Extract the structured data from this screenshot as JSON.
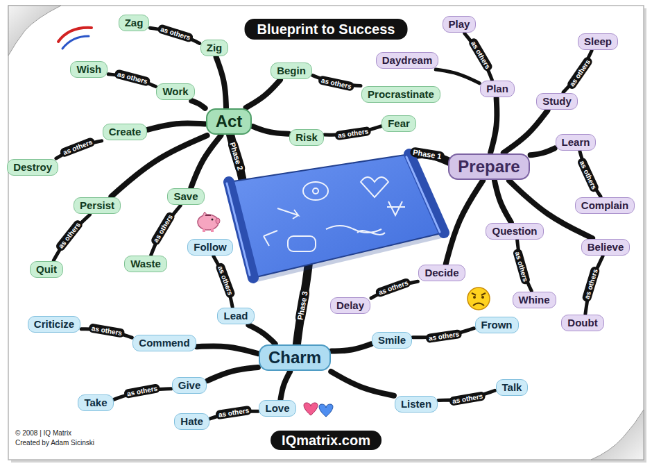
{
  "diagram": {
    "title": "Blueprint to Success",
    "nodes": [
      {
        "text": [
          "Prepare"
        ]
      },
      {
        "text": [
          "Plan"
        ]
      },
      {
        "text": [
          "Play"
        ]
      },
      {
        "text": [
          "Daydream"
        ]
      },
      {
        "text": [
          "Study"
        ]
      },
      {
        "text": [
          "Sleep"
        ]
      },
      {
        "text": [
          "Learn"
        ]
      },
      {
        "text": [
          "Complain"
        ]
      },
      {
        "text": [
          "Question"
        ]
      },
      {
        "text": [
          "Whine"
        ]
      },
      {
        "text": [
          "Believe"
        ]
      },
      {
        "text": [
          "Doubt"
        ]
      },
      {
        "text": [
          "Decide"
        ]
      },
      {
        "text": [
          "Delay"
        ]
      },
      {
        "text": [
          "Act"
        ]
      },
      {
        "text": [
          "Zig"
        ]
      },
      {
        "text": [
          "Zag"
        ]
      },
      {
        "text": [
          "Work"
        ]
      },
      {
        "text": [
          "Wish"
        ]
      },
      {
        "text": [
          "Begin"
        ]
      },
      {
        "text": [
          "Procrastinate"
        ]
      },
      {
        "text": [
          "Risk"
        ]
      },
      {
        "text": [
          "Fear"
        ]
      },
      {
        "text": [
          "Create"
        ]
      },
      {
        "text": [
          "Destroy"
        ]
      },
      {
        "text": [
          "Save"
        ]
      },
      {
        "text": [
          "Waste"
        ]
      },
      {
        "text": [
          "Persist"
        ]
      },
      {
        "text": [
          "Quit"
        ]
      },
      {
        "text": [
          "Charm"
        ]
      },
      {
        "text": [
          "Lead"
        ]
      },
      {
        "text": [
          "Follow"
        ]
      },
      {
        "text": [
          "Commend"
        ]
      },
      {
        "text": [
          "Criticize"
        ]
      },
      {
        "text": [
          "Give"
        ]
      },
      {
        "text": [
          "Take"
        ]
      },
      {
        "text": [
          "Love"
        ]
      },
      {
        "text": [
          "Hate"
        ]
      },
      {
        "text": [
          "Listen"
        ]
      },
      {
        "text": [
          "Talk"
        ]
      },
      {
        "text": [
          "Smile"
        ]
      },
      {
        "text": [
          "Frown"
        ]
      }
    ],
    "edges": [
      {
        "from": 0,
        "to": 1,
        "arrow": "none"
      },
      {
        "from": 0,
        "to": 4,
        "arrow": "none"
      },
      {
        "from": 0,
        "to": 6,
        "arrow": "none"
      },
      {
        "from": 0,
        "to": 8,
        "arrow": "none"
      },
      {
        "from": 0,
        "to": 10,
        "arrow": "none"
      },
      {
        "from": 0,
        "to": 12,
        "arrow": "none"
      },
      {
        "from": 1,
        "to": 2,
        "label": "as others",
        "arrow": "none"
      },
      {
        "from": 1,
        "to": 3,
        "arrow": "none"
      },
      {
        "from": 4,
        "to": 5,
        "label": "as others",
        "arrow": "none"
      },
      {
        "from": 6,
        "to": 7,
        "label": "as others",
        "arrow": "none"
      },
      {
        "from": 8,
        "to": 9,
        "label": "as others",
        "arrow": "none"
      },
      {
        "from": 10,
        "to": 11,
        "label": "as others",
        "arrow": "none"
      },
      {
        "from": 12,
        "to": 13,
        "label": "as others",
        "arrow": "none"
      },
      {
        "from": 14,
        "to": 15,
        "arrow": "none"
      },
      {
        "from": 14,
        "to": 17,
        "arrow": "none"
      },
      {
        "from": 14,
        "to": 19,
        "arrow": "none"
      },
      {
        "from": 14,
        "to": 21,
        "arrow": "none"
      },
      {
        "from": 14,
        "to": 23,
        "arrow": "none"
      },
      {
        "from": 14,
        "to": 25,
        "arrow": "none"
      },
      {
        "from": 14,
        "to": 27,
        "arrow": "none"
      },
      {
        "from": 15,
        "to": 16,
        "label": "as others",
        "arrow": "none"
      },
      {
        "from": 17,
        "to": 18,
        "label": "as others",
        "arrow": "none"
      },
      {
        "from": 19,
        "to": 20,
        "label": "as others",
        "arrow": "none"
      },
      {
        "from": 21,
        "to": 22,
        "label": "as others",
        "arrow": "none"
      },
      {
        "from": 23,
        "to": 24,
        "label": "as others",
        "arrow": "none"
      },
      {
        "from": 25,
        "to": 26,
        "label": "as others",
        "arrow": "none"
      },
      {
        "from": 27,
        "to": 28,
        "label": "as others",
        "arrow": "none"
      },
      {
        "from": 29,
        "to": 30,
        "arrow": "none"
      },
      {
        "from": 29,
        "to": 32,
        "arrow": "none"
      },
      {
        "from": 29,
        "to": 34,
        "arrow": "none"
      },
      {
        "from": 29,
        "to": 36,
        "arrow": "none"
      },
      {
        "from": 29,
        "to": 38,
        "arrow": "none"
      },
      {
        "from": 29,
        "to": 40,
        "arrow": "none"
      },
      {
        "from": 30,
        "to": 31,
        "label": "as others",
        "arrow": "none"
      },
      {
        "from": 32,
        "to": 33,
        "label": "as others",
        "arrow": "none"
      },
      {
        "from": 34,
        "to": 35,
        "label": "as others",
        "arrow": "none"
      },
      {
        "from": 36,
        "to": 37,
        "label": "as others",
        "arrow": "none"
      },
      {
        "from": 38,
        "to": 39,
        "label": "as others",
        "arrow": "none"
      },
      {
        "from": 40,
        "to": 41,
        "label": "as others",
        "arrow": "none"
      }
    ],
    "labels": [
      "Phase 1",
      "Phase 2",
      "Phase 3",
      "IQmatrix.com",
      "© 2008 | IQ Matrix",
      "Created by Adam Sicinski"
    ]
  }
}
